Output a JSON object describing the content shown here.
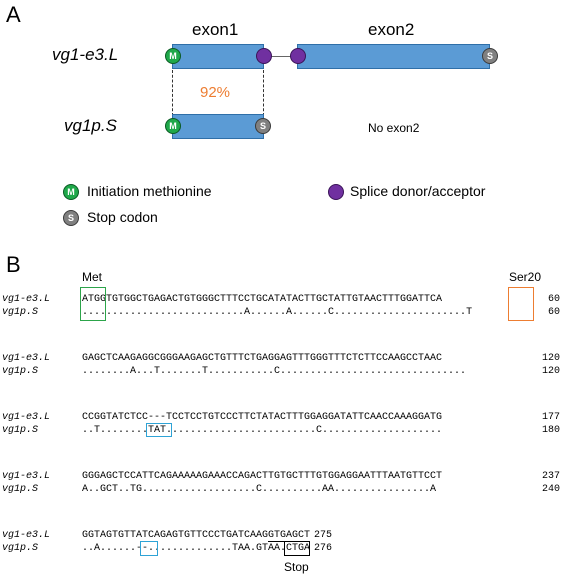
{
  "panel_a": {
    "label": "A",
    "exon1_label": "exon1",
    "exon2_label": "exon2",
    "gene_top": "vg1-e3.L",
    "gene_bottom": "vg1p.S",
    "identity": "92%",
    "no_exon2": "No exon2",
    "marker_m": "M",
    "marker_s": "S",
    "legend": {
      "initiation": "Initiation methionine",
      "stop": "Stop codon",
      "splice": "Splice donor/acceptor"
    },
    "colors": {
      "exon": "#5b9bd5",
      "initiation": "#1fa84a",
      "stop": "#808080",
      "splice": "#7030a0",
      "identity": "#ed7d31"
    }
  },
  "panel_b": {
    "label": "B",
    "met_label": "Met",
    "ser_label": "Ser20",
    "stop_label": "Stop",
    "blocks": [
      {
        "top_name": "vg1-e3.L",
        "top_seq": "ATGGTGTGGCTGAGACTGTGGGCTTTCCTGCATATACTTGCTATTGTAACTTTGGATTCA",
        "top_num": "60",
        "bot_name": "vg1p.S",
        "bot_seq": "...........................A......A......C......................T",
        "bot_num": "60"
      },
      {
        "top_name": "vg1-e3.L",
        "top_seq": "GAGCTCAAGAGGCGGGAAGAGCTGTTTCTGAGGAGTTTGGGTTTCTCTTCCAAGCCTAAC",
        "top_num": "120",
        "bot_name": "vg1p.S",
        "bot_seq": "........A...T.......T...........C...............................",
        "bot_num": "120"
      },
      {
        "top_name": "vg1-e3.L",
        "top_seq": "CCGGTATCTCC---TCCTCCTGTCCCTTCTATACTTTGGAGGATATTCAACCAAAGGATG",
        "top_num": "177",
        "bot_name": "vg1p.S",
        "bot_seq": "..T........TAT.........................C....................",
        "bot_num": "180"
      },
      {
        "top_name": "vg1-e3.L",
        "top_seq": "GGGAGCTCCATTCAGAAAAAGAAACCAGACTTGTGCTTTGTGGAGGAATTTAATGTTCCT",
        "top_num": "237",
        "bot_name": "vg1p.S",
        "bot_seq": "A..GCT..TG...................C..........AA................A",
        "bot_num": "240"
      },
      {
        "top_name": "vg1-e3.L",
        "top_seq": "GGTAGTGTTATCAGAGTGTTCCCTGATCAAGGTGAGCT",
        "top_num": "275",
        "bot_name": "vg1p.S",
        "bot_seq": "..A......--..............TAA.GTAA.CTGA",
        "bot_num": "276"
      }
    ]
  }
}
